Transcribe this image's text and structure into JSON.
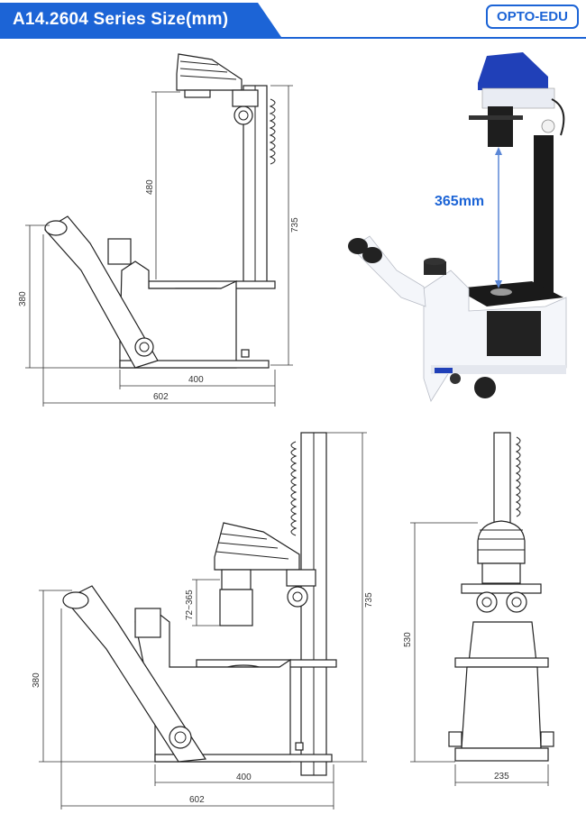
{
  "header": {
    "title": "A14.2604 Series Size(mm)",
    "logo": "OPTO-EDU"
  },
  "colors": {
    "accent": "#1c64d6",
    "photo_body": "#f4f6fa",
    "photo_head": "#2040b8"
  },
  "view_top_left": {
    "dim_height_total": "735",
    "dim_height_body": "380",
    "dim_condenser": "480",
    "dim_depth_base": "400",
    "dim_depth_total": "602"
  },
  "photo": {
    "working_distance": "365mm"
  },
  "view_bottom_left": {
    "dim_height_total": "735",
    "dim_height_body": "380",
    "dim_travel": "72~365",
    "dim_depth_base": "400",
    "dim_depth_total": "602"
  },
  "view_front": {
    "dim_height": "530",
    "dim_width": "235"
  }
}
